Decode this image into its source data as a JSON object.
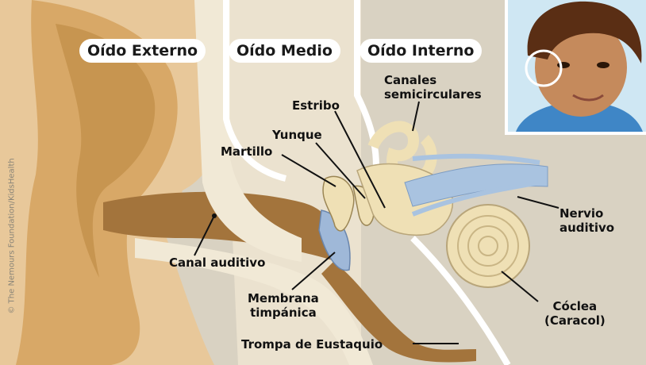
{
  "sections": {
    "outer": "Oído Externo",
    "middle": "Oído Medio",
    "inner": "Oído Interno"
  },
  "labels": {
    "canales_line1": "Canales",
    "canales_line2": "semicirculares",
    "estribo": "Estribo",
    "yunque": "Yunque",
    "martillo": "Martillo",
    "nervio_line1": "Nervio",
    "nervio_line2": "auditivo",
    "canal": "Canal auditivo",
    "membrana_line1": "Membrana",
    "membrana_line2": "timpánica",
    "coclea_line1": "Cóclea",
    "coclea_line2": "(Caracol)",
    "trompa": "Trompa de Eustaquio"
  },
  "copyright": "© The Nemours Foundation/KidsHealth",
  "colors": {
    "skin": "#d9b98a",
    "canal": "#a3743c",
    "bone": "#f1e9d6",
    "background": "#d9d2c2",
    "nerve": "#a9c3e0",
    "membrane": "#9fb8d8"
  }
}
